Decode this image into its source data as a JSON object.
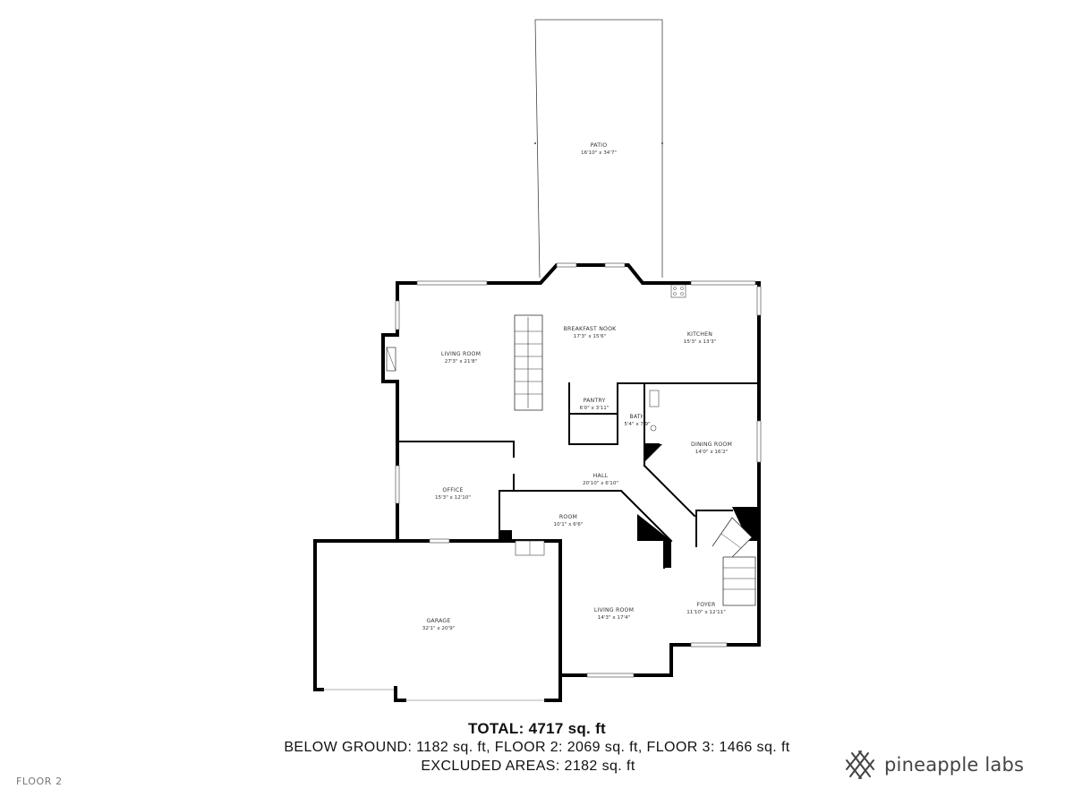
{
  "rooms": [
    {
      "name": "PATIO",
      "dims": "16'10\" x 34'7\""
    },
    {
      "name": "LIVING ROOM",
      "dims": "27'3\" x 21'8\""
    },
    {
      "name": "BREAKFAST NOOK",
      "dims": "17'3\" x 15'6\""
    },
    {
      "name": "KITCHEN",
      "dims": "15'3\" x 13'3\""
    },
    {
      "name": "PANTRY",
      "dims": "6'0\" x 3'11\""
    },
    {
      "name": "BATH",
      "dims": "5'4\" x 7'9\""
    },
    {
      "name": "DINING ROOM",
      "dims": "14'0\" x 16'2\""
    },
    {
      "name": "OFFICE",
      "dims": "15'3\" x 12'10\""
    },
    {
      "name": "HALL",
      "dims": "20'10\" x 6'10\""
    },
    {
      "name": "ROOM",
      "dims": "10'1\" x 6'6\""
    },
    {
      "name": "GARAGE",
      "dims": "32'1\" x 20'9\""
    },
    {
      "name": "LIVING ROOM",
      "dims": "14'3\" x 17'4\""
    },
    {
      "name": "FOYER",
      "dims": "11'10\" x 12'11\""
    }
  ],
  "totals": {
    "total_label": "TOTAL:",
    "total_value": "4717 sq. ft",
    "breakdown": "BELOW GROUND: 1182 sq. ft, FLOOR 2: 2069 sq. ft, FLOOR 3: 1466 sq. ft",
    "excluded": "EXCLUDED AREAS: 2182 sq. ft"
  },
  "floor_label": "FLOOR 2",
  "brand": {
    "name": "pineapple labs",
    "icon": "pineapple-labs-logo-icon"
  },
  "colors": {
    "wall": "#000000",
    "text": "#111111",
    "brand_text": "#444444",
    "floor_label": "#777777"
  }
}
